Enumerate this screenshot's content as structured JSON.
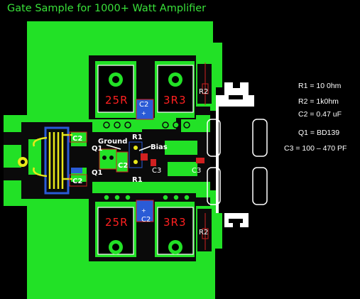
{
  "title": "Gate  Sample for 1000+ Watt Amplifier",
  "colors": {
    "board": "#22e126",
    "copper_dark": "#0a0a0a",
    "trace": "#e8e81a",
    "silk": "#ffffff",
    "label_red": "#ff2020",
    "cap_blue": "#2a5bd6",
    "pad_red": "#d02020"
  },
  "pcb": {
    "resistor_top_left": "25R",
    "resistor_top_right": "3R3",
    "resistor_bottom_left": "25R",
    "resistor_bottom_right": "3R3",
    "r2_top": "R2",
    "r2_bottom": "R2",
    "c2_top": "C2",
    "c2_bottom": "C2",
    "c2_left_top": "C2",
    "c2_left_bottom": "C2",
    "c2_center": "C2",
    "r1_top": "R1",
    "r1_bottom": "R1",
    "q1_top": "Q1",
    "q1_bottom": "Q1",
    "ground": "Ground",
    "bias": "Bias",
    "c3_left": "C3",
    "c3_right": "C3"
  },
  "specs": [
    "R1 = 10 0hm",
    "R2 = 1k0hm",
    "C2 = 0.47 uF",
    "Q1 = BD139",
    "C3 = 100 – 470 PF"
  ]
}
